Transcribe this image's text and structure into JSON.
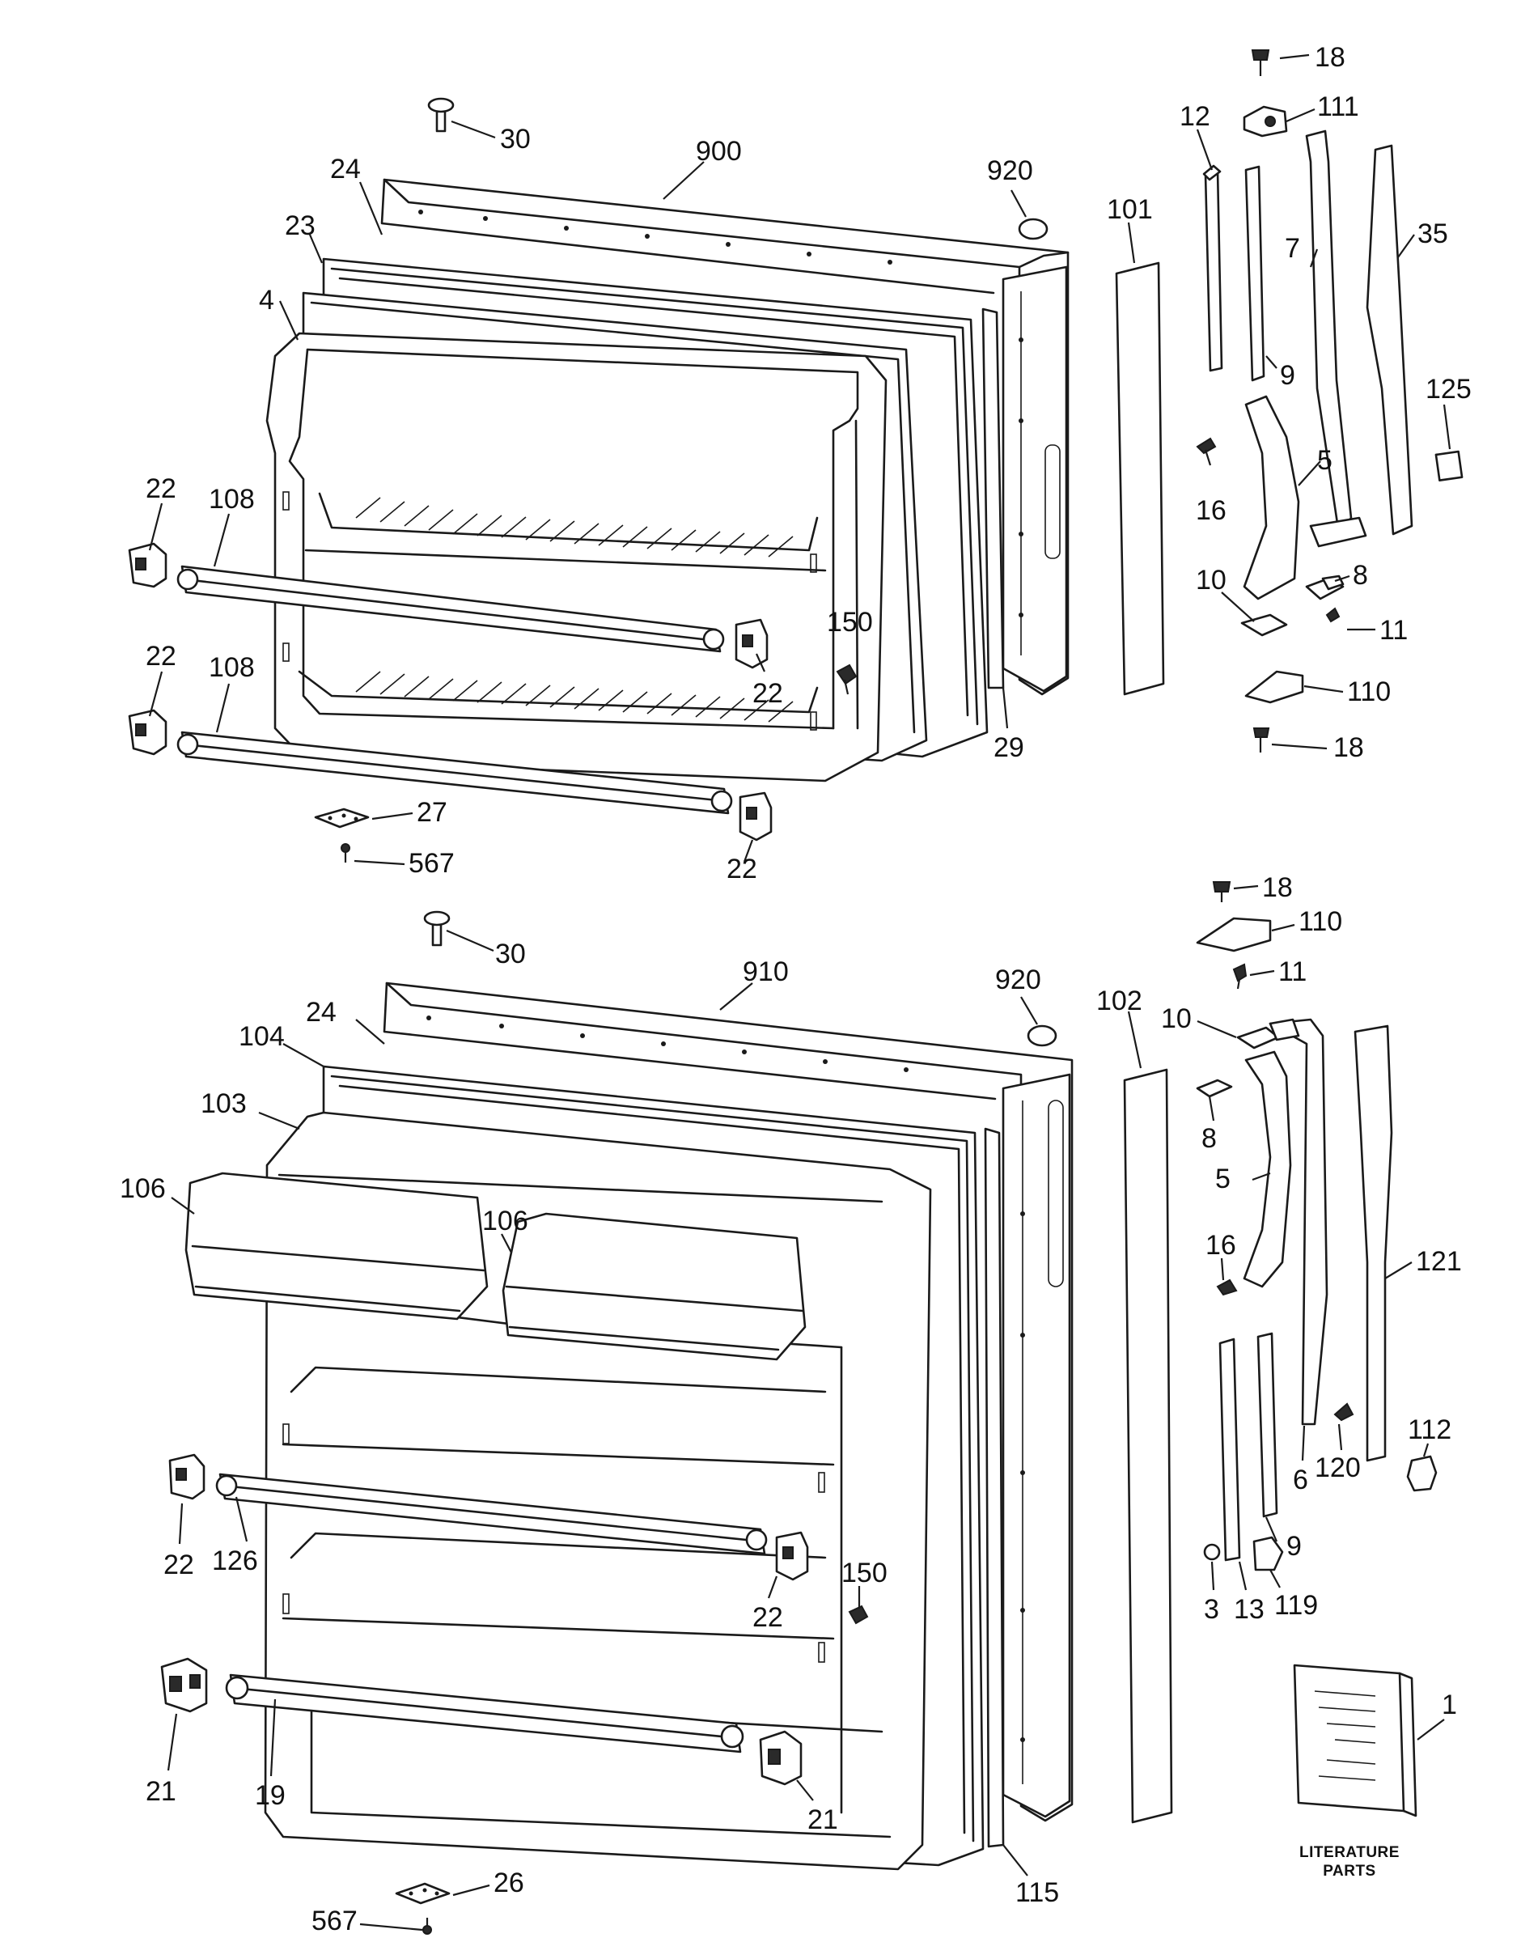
{
  "colors": {
    "ink": "#1a1a1a",
    "paper": "#ffffff"
  },
  "labels": {
    "top": {
      "p18a": "18",
      "p111": "111",
      "p30": "30",
      "p12": "12",
      "p900": "900",
      "p920": "920",
      "p24": "24",
      "p101": "101",
      "p7": "7",
      "p35": "35",
      "p23": "23",
      "p9": "9",
      "p4": "4",
      "p125": "125",
      "p5": "5",
      "p16": "16",
      "p22a": "22",
      "p108a": "108",
      "p10": "10",
      "p8": "8",
      "p11": "11",
      "p150": "150",
      "p22b": "22",
      "p110": "110",
      "p22c": "22",
      "p108b": "108",
      "p29": "29",
      "p18b": "18",
      "p27": "27",
      "p567": "567",
      "p22d": "22"
    },
    "bottom": {
      "p18": "18",
      "p30": "30",
      "p110": "110",
      "p910": "910",
      "p11": "11",
      "p920": "920",
      "p102": "102",
      "p24": "24",
      "p10": "10",
      "p104": "104",
      "p8": "8",
      "p103": "103",
      "p5": "5",
      "p106a": "106",
      "p106b": "106",
      "p16": "16",
      "p121": "121",
      "p6": "6",
      "p120": "120",
      "p112": "112",
      "p150": "150",
      "p22a": "22",
      "p126": "126",
      "p9": "9",
      "p22b": "22",
      "p3": "3",
      "p13": "13",
      "p119": "119",
      "p1": "1",
      "p21a": "21",
      "p19": "19",
      "p21b": "21",
      "p26": "26",
      "p115": "115",
      "p567": "567"
    },
    "footer": {
      "line1": "LITERATURE",
      "line2": "PARTS"
    }
  }
}
